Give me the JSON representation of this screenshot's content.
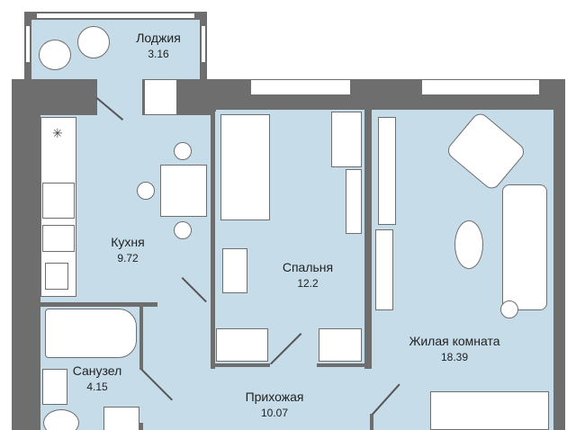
{
  "rooms": {
    "loggia": {
      "name": "Лоджия",
      "area": "3.16"
    },
    "kitchen": {
      "name": "Кухня",
      "area": "9.72"
    },
    "bedroom": {
      "name": "Спальня",
      "area": "12.2"
    },
    "living": {
      "name": "Жилая комната",
      "area": "18.39"
    },
    "bathroom": {
      "name": "Санузел",
      "area": "4.15"
    },
    "hallway": {
      "name": "Прихожая",
      "area": "10.07"
    }
  },
  "colors": {
    "floor": "#c6dce9",
    "wall": "#6e6e6e"
  }
}
